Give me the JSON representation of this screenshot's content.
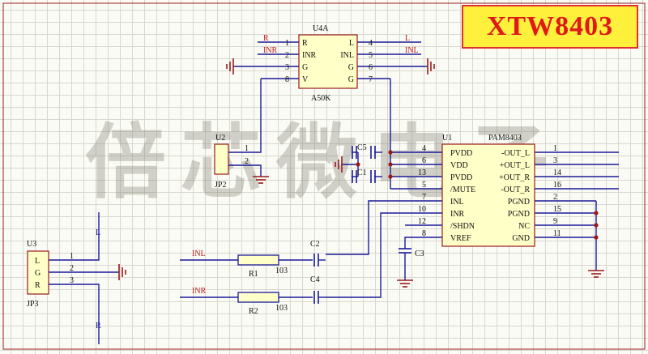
{
  "title": "XTW8403",
  "watermark": "倍芯微电子",
  "u4a": {
    "ref": "U4A",
    "part": "A50K",
    "left_pins": [
      {
        "net": "R",
        "num": "1",
        "name": "R"
      },
      {
        "net": "INR",
        "num": "2",
        "name": "INR"
      },
      {
        "net": "",
        "num": "3",
        "name": "G"
      },
      {
        "net": "",
        "num": "8",
        "name": "V"
      }
    ],
    "right_pins": [
      {
        "net": "L",
        "num": "4",
        "name": "L"
      },
      {
        "net": "INL",
        "num": "5",
        "name": "INL"
      },
      {
        "net": "",
        "num": "6",
        "name": "G"
      },
      {
        "net": "",
        "num": "7",
        "name": "G"
      }
    ]
  },
  "u2": {
    "ref": "U2",
    "part": "JP2",
    "pins": [
      "1",
      "2"
    ]
  },
  "u1": {
    "ref": "U1",
    "part": "PAM8403",
    "left_pins": [
      {
        "num": "4",
        "name": "PVDD"
      },
      {
        "num": "6",
        "name": "VDD"
      },
      {
        "num": "13",
        "name": "PVDD"
      },
      {
        "num": "5",
        "name": "/MUTE"
      },
      {
        "num": "7",
        "name": "INL"
      },
      {
        "num": "10",
        "name": "INR"
      },
      {
        "num": "12",
        "name": "/SHDN"
      },
      {
        "num": "8",
        "name": "VREF"
      }
    ],
    "right_pins": [
      {
        "num": "1",
        "name": "-OUT_L"
      },
      {
        "num": "3",
        "name": "+OUT_L"
      },
      {
        "num": "14",
        "name": "+OUT_R"
      },
      {
        "num": "16",
        "name": "-OUT_R"
      },
      {
        "num": "2",
        "name": "PGND"
      },
      {
        "num": "15",
        "name": "PGND"
      },
      {
        "num": "9",
        "name": "NC"
      },
      {
        "num": "11",
        "name": "GND"
      }
    ]
  },
  "u3": {
    "ref": "U3",
    "part": "JP3",
    "pins": [
      {
        "num": "1",
        "name": "L"
      },
      {
        "num": "2",
        "name": "G"
      },
      {
        "num": "3",
        "name": "R"
      }
    ],
    "net_l": "L",
    "net_r": "R"
  },
  "caps": {
    "c5": "C5",
    "c1": "C1",
    "c2": "C2",
    "c4": "C4",
    "c3": "C3"
  },
  "inputs": [
    {
      "net": "INL",
      "res": "R1",
      "val": "103"
    },
    {
      "net": "INR",
      "res": "R2",
      "val": "103"
    }
  ],
  "colors": {
    "wire": "#1a1a9a",
    "component": "#9a1a1a",
    "net_label": "#c01a1a",
    "ground": "#9a1a1a",
    "junction": "#9a1a1a",
    "title_fg": "#e01818",
    "title_bg": "#fff03c"
  }
}
